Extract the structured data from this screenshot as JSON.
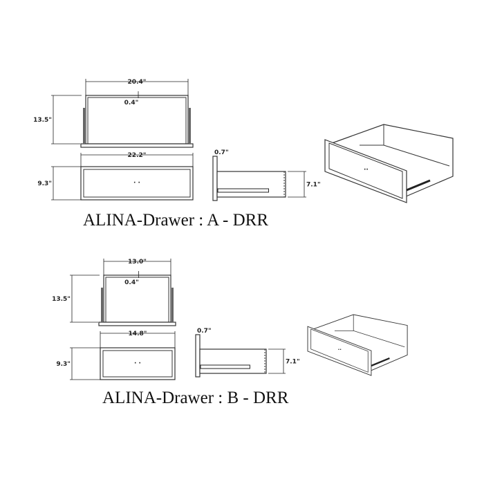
{
  "drawers": [
    {
      "title": "ALINA-Drawer : A - DRR",
      "top_width": "20.4\"",
      "depth": "13.5\"",
      "wall": "0.4\"",
      "front_width": "22.2\"",
      "front_height": "9.3\"",
      "front_thickness": "0.7\"",
      "box_height": "7.1\""
    },
    {
      "title": "ALINA-Drawer : B - DRR",
      "top_width": "13.0\"",
      "depth": "13.5\"",
      "wall": "0.4\"",
      "front_width": "14.8\"",
      "front_height": "9.3\"",
      "front_thickness": "0.7\"",
      "box_height": "7.1\""
    }
  ]
}
